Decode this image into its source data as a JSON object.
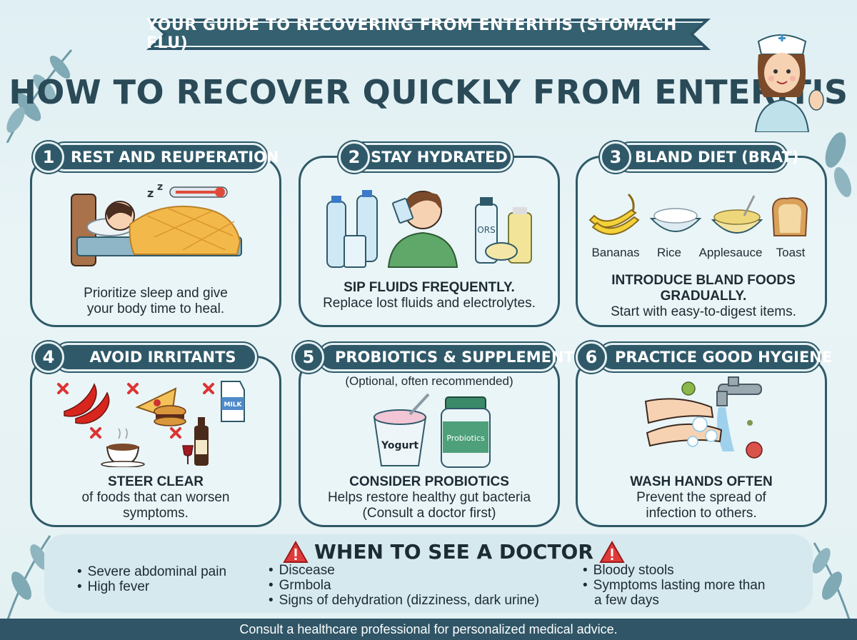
{
  "banner": {
    "text": "YOUR GUIDE TO RECOVERING FROM ENTERITIS (STOMACH FLU)"
  },
  "title": "HOW TO RECOVER QUICKLY FROM ENTERITIS",
  "cards": [
    {
      "num": "1",
      "title": "REST AND REUPERATION",
      "bold": "",
      "text": [
        "Prioritize sleep and give",
        "your body time to heal."
      ]
    },
    {
      "num": "2",
      "title": "STAY HYDRATED",
      "bold": "SIP FLUIDS FREQUENTLY.",
      "text": [
        "Replace lost fluids and electrolytes."
      ],
      "ors_label": "ORS"
    },
    {
      "num": "3",
      "title": "BLAND DIET (BRAT)",
      "bold": "INTRODUCE BLAND FOODS GRADUALLY.",
      "text": [
        "Start with easy-to-digest items."
      ],
      "foods": [
        "Bananas",
        "Rice",
        "Applesauce",
        "Toast"
      ]
    },
    {
      "num": "4",
      "title": "AVOID IRRITANTS",
      "bold": "STEER CLEAR",
      "text": [
        "of foods that can worsen",
        "symptoms."
      ],
      "milk_label": "MILK"
    },
    {
      "num": "5",
      "title": "PROBIOTICS & SUPPLEMENTS",
      "note": "(Optional, often recommended)",
      "bold": "CONSIDER PROBIOTICS",
      "text": [
        "Helps restore healthy gut bacteria",
        "(Consult a doctor first)"
      ],
      "yogurt_label": "Yogurt",
      "probiotics_label": "Probiotics"
    },
    {
      "num": "6",
      "title": "PRACTICE GOOD HYGIENE",
      "bold": "WASH HANDS OFTEN",
      "text": [
        "Prevent the spread of",
        "infection to others."
      ]
    }
  ],
  "doctor": {
    "title": "WHEN TO SEE A DOCTOR",
    "col1": [
      "Severe abdominal pain",
      "High fever"
    ],
    "col2": [
      "Discease",
      "Grmbola",
      "Signs of dehydration (dizziness, dark urine)"
    ],
    "col3": [
      "Bloody stools",
      "Symptoms lasting more than",
      "a few days"
    ]
  },
  "footer": "Consult a healthcare professional for personalized medical advice.",
  "colors": {
    "navy": "#2f5969",
    "background": "#e4f1f3",
    "card": "#eaf5f7",
    "warning": "#e03a3a"
  }
}
